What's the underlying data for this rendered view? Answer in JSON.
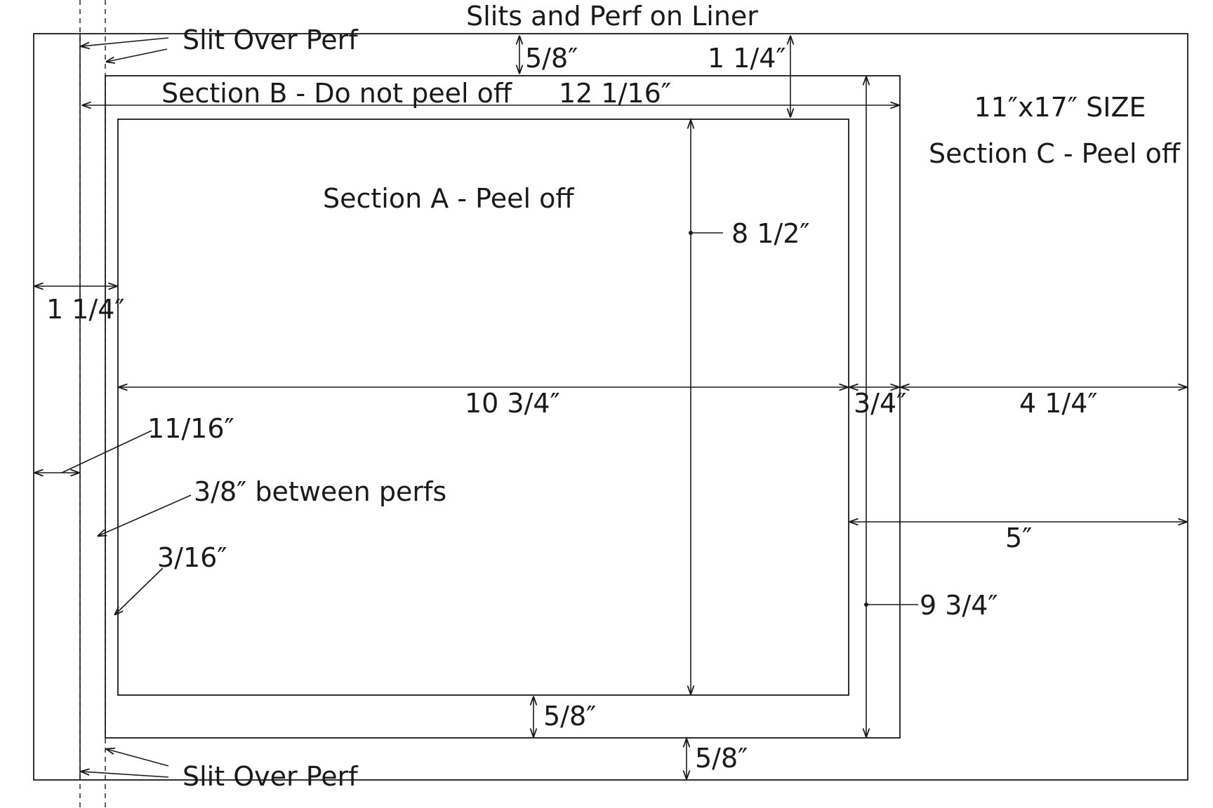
{
  "title": "Slits and Perf on Liner",
  "size_label": "11″x17″ SIZE",
  "sections": {
    "a": "Section A - Peel off",
    "b": "Section B - Do not peel off",
    "c": "Section C - Peel off"
  },
  "callouts": {
    "slit_over_perf_top": "Slit Over Perf",
    "slit_over_perf_bottom": "Slit Over Perf",
    "between_perfs": "3/8″ between perfs"
  },
  "dimensions": {
    "top_gap": "5/8″",
    "top_right_gap": "1 1/4″",
    "section_b_width": "12 1/16″",
    "section_a_height": "8 1/2″",
    "left_margin": "1 1/4″",
    "section_a_width": "10 3/4″",
    "right_b_margin": "3/4″",
    "section_c_width": "4 1/4″",
    "slit_offset": "11/16″",
    "right_c_width": "5″",
    "perf_offset": "3/16″",
    "section_b_height": "9 3/4″",
    "bottom_a_gap": "5/8″",
    "bottom_b_gap": "5/8″"
  },
  "colors": {
    "ink": "#1a1a1a",
    "paper": "#ffffff"
  }
}
